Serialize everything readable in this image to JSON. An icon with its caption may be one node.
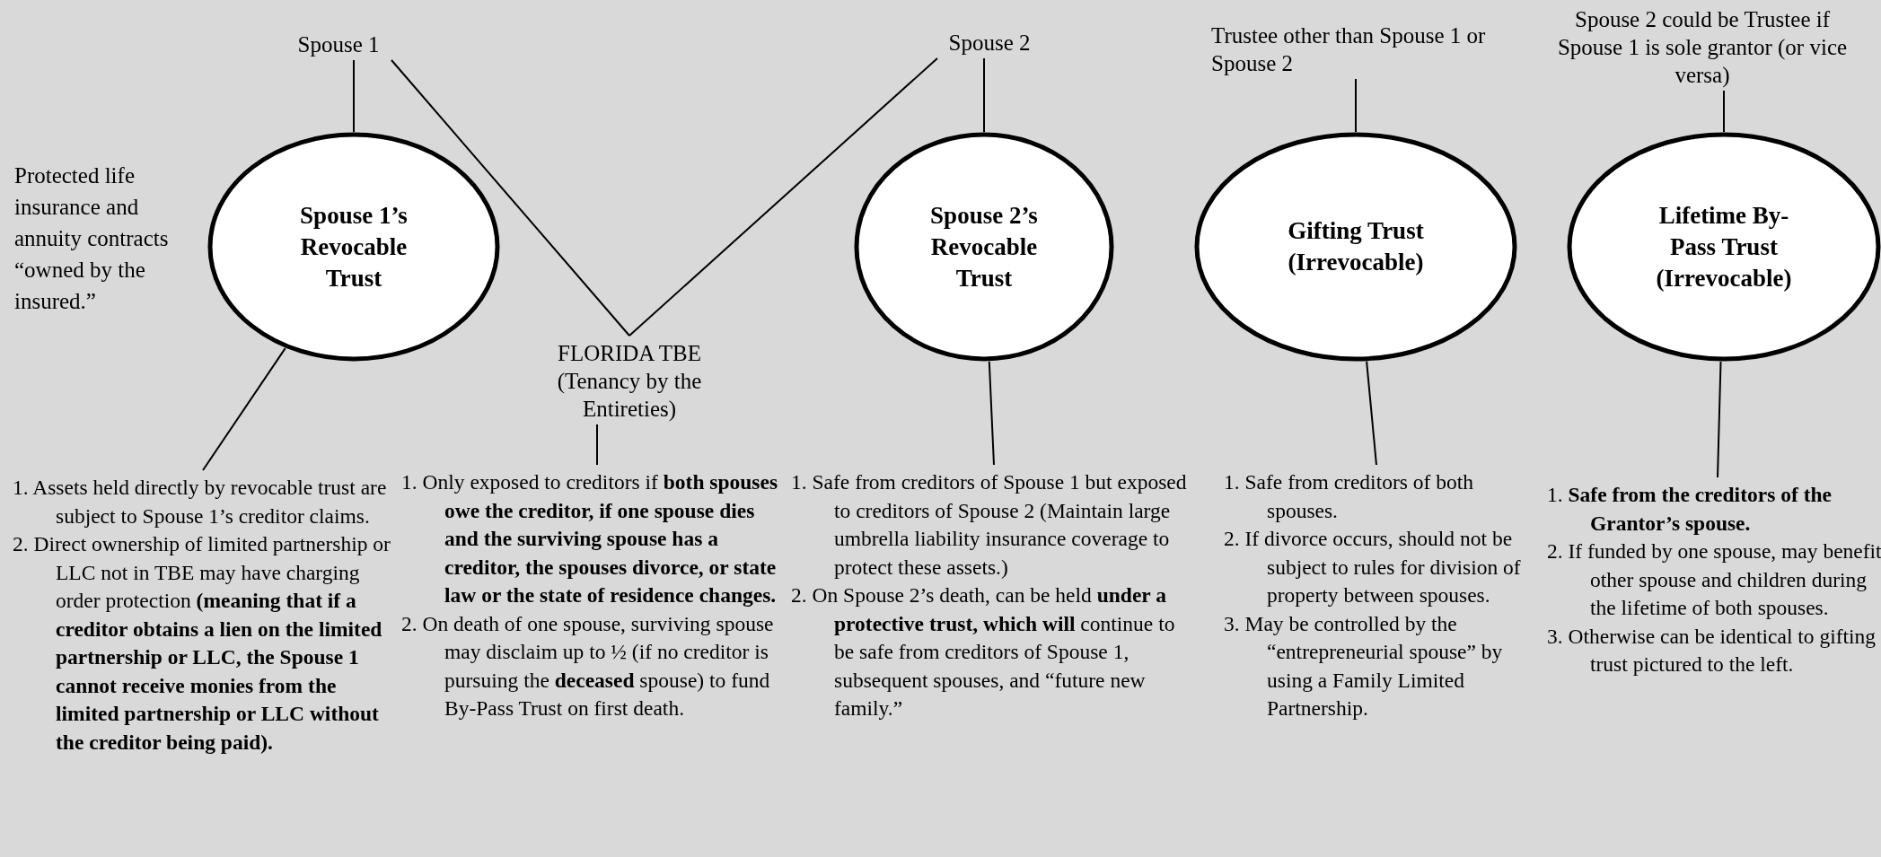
{
  "diagram": {
    "nodes": [
      {
        "text": [
          "Spouse 1"
        ]
      },
      {
        "text": [
          "Spouse 2"
        ]
      },
      {
        "text": [
          "Trustee other than Spouse 1 or Spouse 2"
        ]
      },
      {
        "text": [
          "Spouse 2 could be Trustee if Spouse 1 is sole grantor (or vice versa)"
        ]
      },
      {
        "text": [
          "Spouse 1’s Revocable Trust"
        ]
      },
      {
        "text": [
          "Spouse 2’s Revocable Trust"
        ]
      },
      {
        "text": [
          "Gifting Trust (Irrevocable)"
        ]
      },
      {
        "text": [
          "Lifetime By-Pass Trust (Irrevocable)"
        ]
      },
      {
        "text": [
          "FLORIDA TBE (Tenancy by the Entireties)"
        ]
      },
      {
        "text": [
          "1. Assets held directly by revocable trust are subject to Spouse 1’s creditor claims.",
          "2. Direct ownership of limited partnership or LLC not in TBE may have charging order protection **(meaning that if a creditor obtains a lien on the limited partnership or LLC, the Spouse 1 cannot receive monies from the limited partnership or LLC without the creditor being paid).**"
        ]
      },
      {
        "text": [
          "1. Only exposed to creditors if **both spouses owe the creditor,  if one spouse dies and the surviving spouse has a creditor, the spouses divorce, or state law or the state of residence changes.**",
          "2. On death of one spouse, surviving spouse may disclaim up to ½ (if no creditor is pursuing the **deceased** spouse) to fund By-Pass Trust on first death."
        ]
      },
      {
        "text": [
          "1. Safe from creditors of Spouse 1 but exposed to creditors of Spouse 2 (Maintain large umbrella liability insurance coverage to protect these assets.)",
          "2. On Spouse 2’s death, can be held **under a protective trust, which will** continue to be safe from creditors of Spouse 1, subsequent spouses, and “future new family.”"
        ]
      },
      {
        "text": [
          "1. Safe from creditors of both spouses.",
          "2. If divorce occurs, should not be subject to rules for division of property between spouses.",
          "3. May be controlled by the “entrepreneurial spouse” by using a Family Limited Partnership."
        ]
      },
      {
        "text": [
          "1. **Safe from the creditors of the Grantor’s spouse.**",
          "2. If funded by one spouse, may benefit other spouse and children during the lifetime of both spouses.",
          "3. Otherwise can be identical to gifting trust pictured to the left."
        ]
      }
    ],
    "edges": [
      {
        "from": 0,
        "to": 4,
        "arrow": "none"
      },
      {
        "from": 0,
        "to": 8,
        "arrow": "none"
      },
      {
        "from": 1,
        "to": 8,
        "arrow": "none"
      },
      {
        "from": 1,
        "to": 5,
        "arrow": "none"
      },
      {
        "from": 2,
        "to": 6,
        "arrow": "none"
      },
      {
        "from": 3,
        "to": 7,
        "arrow": "none"
      },
      {
        "from": 4,
        "to": 9,
        "arrow": "none"
      },
      {
        "from": 8,
        "to": 10,
        "arrow": "none"
      },
      {
        "from": 5,
        "to": 11,
        "arrow": "none"
      },
      {
        "from": 6,
        "to": 12,
        "arrow": "none"
      },
      {
        "from": 7,
        "to": 13,
        "arrow": "none"
      }
    ],
    "labels": [
      "Protected life insurance and annuity contracts “owned by the insured.”"
    ]
  }
}
